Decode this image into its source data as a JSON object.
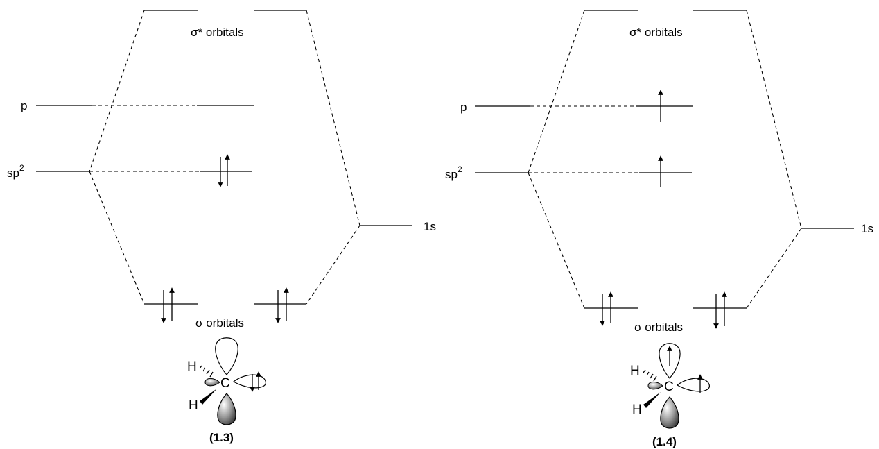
{
  "panels": [
    {
      "id": "1.3",
      "labels": {
        "sigma_star": "σ* orbitals",
        "sigma": "σ orbitals",
        "p": "p",
        "sp2_base": "sp",
        "sp2_sup": "2",
        "h_1s": "1s",
        "compound": "(1.3)"
      },
      "atoms": {
        "h1": "H",
        "c": "C",
        "h2": "H"
      },
      "electrons": {
        "p": "none",
        "sp2": "paired",
        "sigma_left": "paired",
        "sigma_right": "paired"
      }
    },
    {
      "id": "1.4",
      "labels": {
        "sigma_star": "σ* orbitals",
        "sigma": "σ orbitals",
        "p": "p",
        "sp2_base": "sp",
        "sp2_sup": "2",
        "h_1s": "1s",
        "compound": "(1.4)"
      },
      "atoms": {
        "h1": "H",
        "c": "C",
        "h2": "H"
      },
      "electrons": {
        "p": "single-up",
        "sp2": "single-up",
        "sigma_left": "paired",
        "sigma_right": "paired"
      }
    }
  ]
}
